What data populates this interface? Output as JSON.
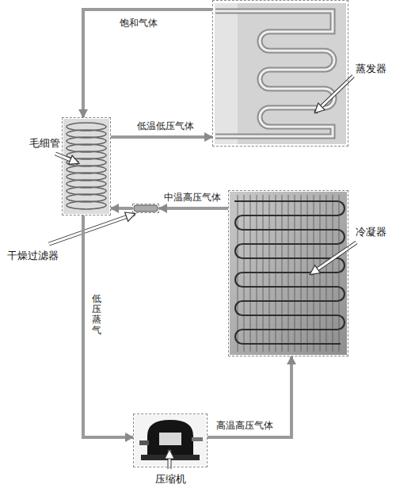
{
  "diagram": {
    "nodes": [
      {
        "text": [
          "蒸发器"
        ]
      },
      {
        "text": [
          "毛细管"
        ]
      },
      {
        "text": [
          "冷凝器"
        ]
      },
      {
        "text": [
          "干燥过滤器"
        ]
      },
      {
        "text": [
          "压缩机"
        ]
      }
    ],
    "edges": [
      {
        "from": 4,
        "to": 2,
        "label": "高温高压气体",
        "arrow": "to"
      },
      {
        "from": 2,
        "to": 3,
        "label": "中温高压气体",
        "arrow": "to"
      },
      {
        "from": 3,
        "to": 1,
        "arrow": "to"
      },
      {
        "from": 1,
        "to": 0,
        "label": "低温低压气体",
        "arrow": "to"
      },
      {
        "from": 0,
        "to": 1,
        "label": "饱和气体",
        "arrow": "to"
      },
      {
        "from": 1,
        "to": 4,
        "label": "低压蒸气",
        "arrow": "to"
      }
    ]
  }
}
